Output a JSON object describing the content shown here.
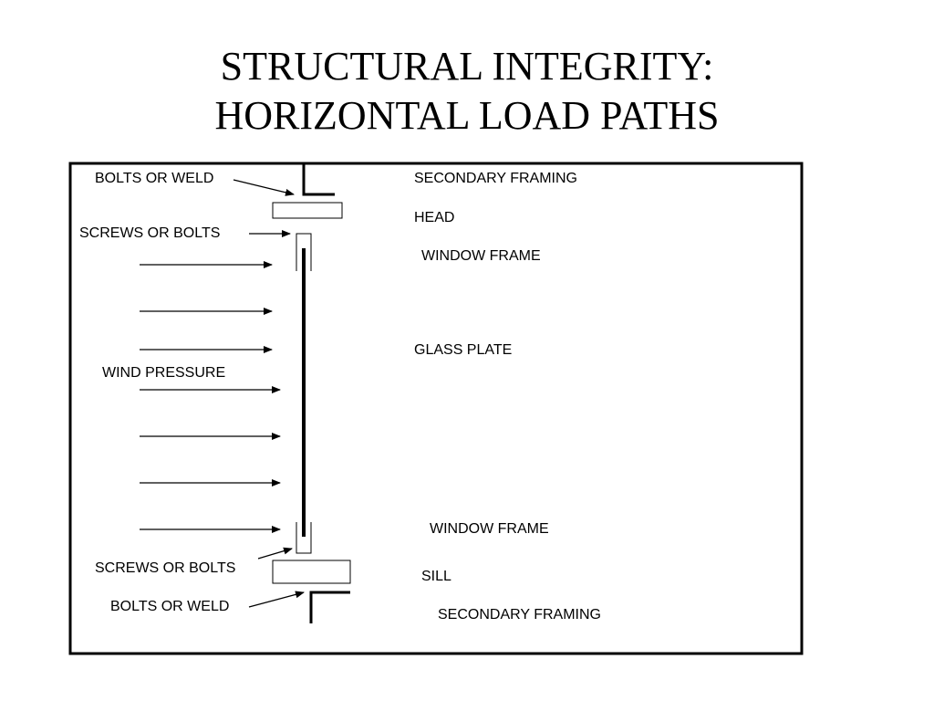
{
  "title": {
    "line1": "STRUCTURAL INTEGRITY:",
    "line2": "HORIZONTAL LOAD PATHS"
  },
  "labels": {
    "bolts_weld_top": "BOLTS OR WELD",
    "screws_bolts_top": "SCREWS OR BOLTS",
    "wind_pressure": "WIND PRESSURE",
    "screws_bolts_bottom": "SCREWS OR BOLTS",
    "bolts_weld_bottom": "BOLTS OR WELD",
    "secondary_framing_top": "SECONDARY FRAMING",
    "head": "HEAD",
    "window_frame_top": "WINDOW FRAME",
    "glass_plate": "GLASS PLATE",
    "window_frame_bottom": "WINDOW FRAME",
    "sill": "SILL",
    "secondary_framing_bottom": "SECONDARY FRAMING"
  }
}
